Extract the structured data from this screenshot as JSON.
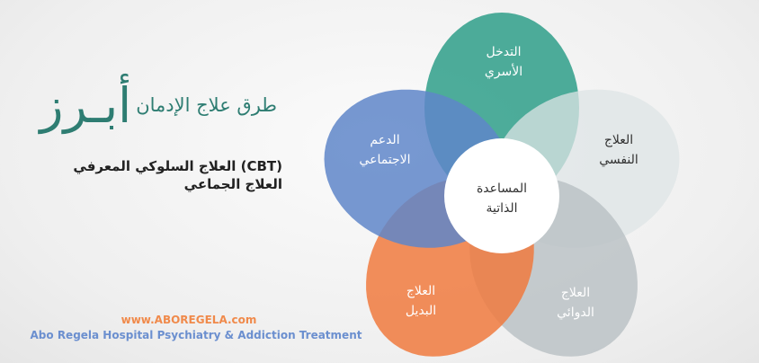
{
  "heading": {
    "big": "أبـرز",
    "small": "طرق علاج الإدمان"
  },
  "subtitles": [
    "(CBT) العلاج السلوكي المعرفي",
    "العلاج الجماعي"
  ],
  "footer": {
    "url": "www.ABOREGELA.com",
    "tagline": "Abo Regela Hospital Psychiatry & Addiction Treatment"
  },
  "diagram": {
    "center": {
      "line1": "المساعدة",
      "line2": "الذاتية"
    },
    "petals": [
      {
        "line1": "التدخل",
        "line2": "الأسري",
        "color": "#3aa38f"
      },
      {
        "line1": "العلاج",
        "line2": "النفسي",
        "color": "#dde4e6"
      },
      {
        "line1": "العلاج",
        "line2": "الدوائي",
        "color": "#b8bfc3"
      },
      {
        "line1": "العلاج",
        "line2": "البديل",
        "color": "#f07a3e"
      },
      {
        "line1": "الدعم",
        "line2": "الاجتماعي",
        "color": "#5f86c9"
      }
    ]
  }
}
